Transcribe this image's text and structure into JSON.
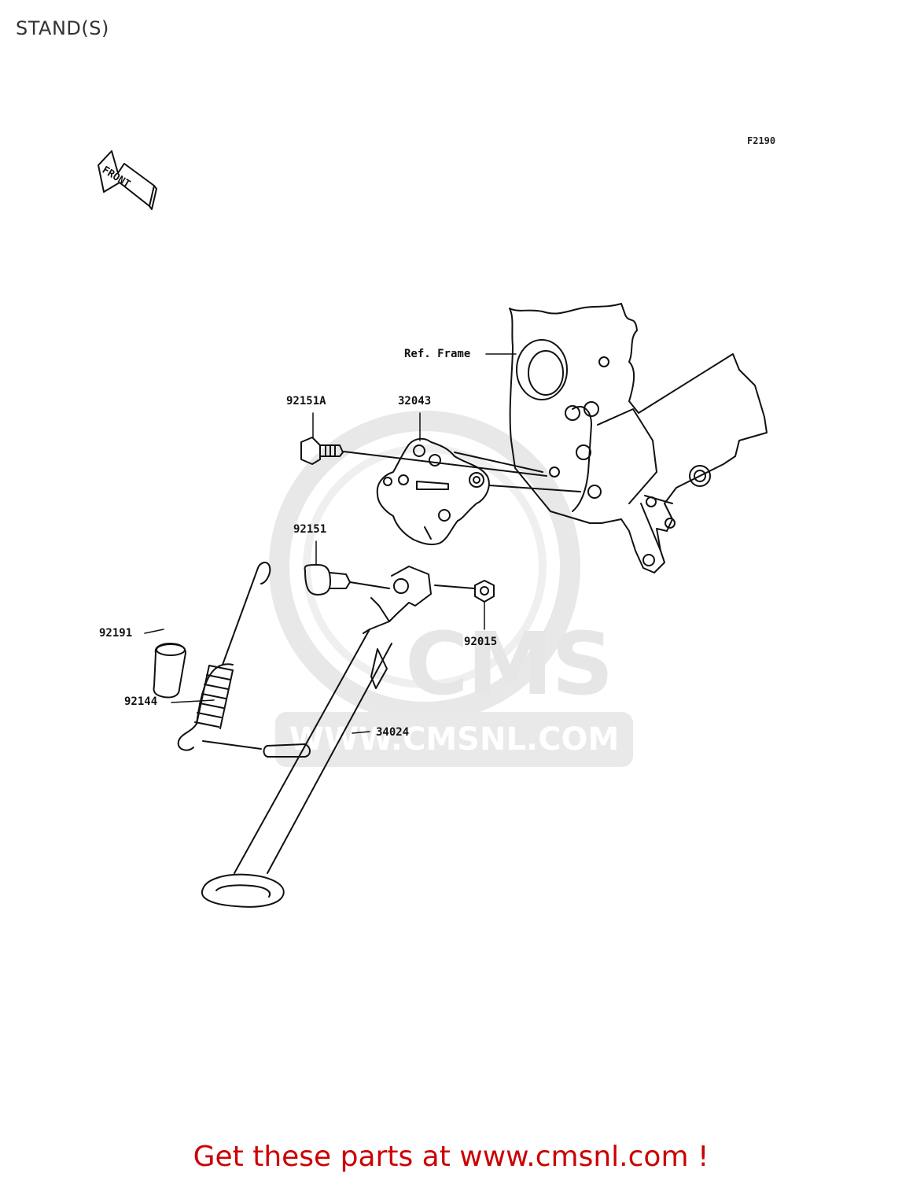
{
  "page": {
    "title": "STAND(S)",
    "figure_code": "F2190"
  },
  "front_arrow": {
    "text": "FRONT"
  },
  "labels": {
    "ref_frame": "Ref. Frame",
    "p92151A": "92151A",
    "p32043": "32043",
    "p92151": "92151",
    "p92191": "92191",
    "p92144": "92144",
    "p92015": "92015",
    "p34024": "34024"
  },
  "watermark": {
    "brand": "CMS",
    "url": "WWW.CMSNL.COM"
  },
  "footer": {
    "cta": "Get these parts at www.cmsnl.com !"
  }
}
